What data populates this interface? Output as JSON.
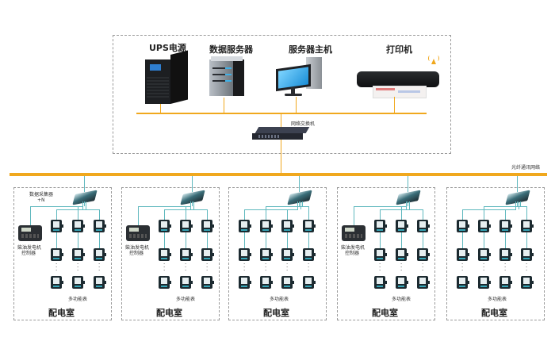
{
  "top_section": {
    "devices": [
      {
        "label": "UPS电源",
        "icon": "ups-icon"
      },
      {
        "label": "数据服务器",
        "icon": "server-rack-icon"
      },
      {
        "label": "服务器主机",
        "icon": "desktop-computer-icon"
      },
      {
        "label": "打印机",
        "icon": "printer-icon"
      }
    ],
    "switch_label": "网络交换机",
    "wifi_icon": "wifi-signal-icon"
  },
  "backbone": {
    "label": "光纤通讯网络",
    "color": "#f0a81e"
  },
  "link_color": "#5fb8be",
  "rooms": [
    {
      "title": "配电室",
      "collector_label": "数据采集器",
      "collector_sub": "+N",
      "generator_label": [
        "柴油发电机",
        "控制器"
      ],
      "meters_label": "多功能表",
      "columns": 3,
      "has_generator": true
    },
    {
      "title": "配电室",
      "collector_label": "",
      "collector_sub": "",
      "generator_label": [
        "柴油发电机",
        "控制器"
      ],
      "meters_label": "多功能表",
      "columns": 3,
      "has_generator": true
    },
    {
      "title": "配电室",
      "collector_label": "",
      "collector_sub": "",
      "generator_label": [],
      "meters_label": "多功能表",
      "columns": 4,
      "has_generator": false
    },
    {
      "title": "配电室",
      "collector_label": "",
      "collector_sub": "",
      "generator_label": [
        "柴油发电机",
        "控制器"
      ],
      "meters_label": "多功能表",
      "columns": 3,
      "has_generator": true
    },
    {
      "title": "配电室",
      "collector_label": "",
      "collector_sub": "",
      "generator_label": [],
      "meters_label": "多功能表",
      "columns": 4,
      "has_generator": false
    }
  ]
}
